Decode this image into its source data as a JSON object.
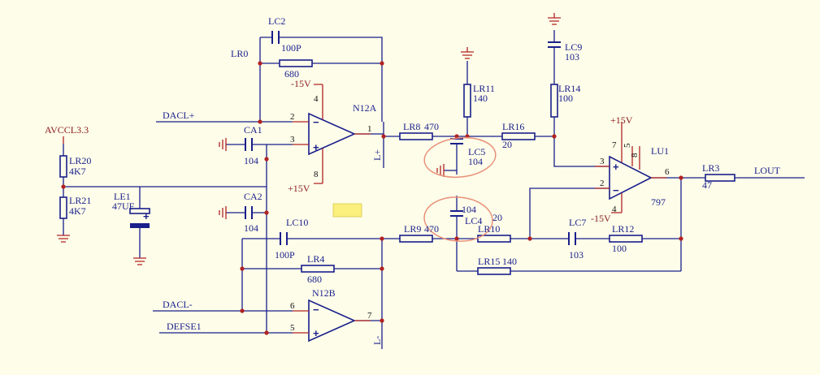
{
  "nets": {
    "dacl_plus": "DACL+",
    "dacl_minus": "DACL-",
    "defse1": "DEFSE1",
    "avcc": "AVCCL3.3",
    "lout": "LOUT",
    "lplus": "L+",
    "lminus": "L-",
    "neg15_top": "-15V",
    "pos15_a": "+15V",
    "pos15_u": "+15V",
    "neg15_u": "-15V"
  },
  "labels": {
    "lc2": "LC2",
    "lc2_val": "100P",
    "lr0": "LR0",
    "lr0_val": "680",
    "n12a": "N12A",
    "n12b": "N12B",
    "ca1": "CA1",
    "ca1_val": "104",
    "ca2": "CA2",
    "ca2_val": "104",
    "lc10": "LC10",
    "lc10_val": "100P",
    "lr4": "LR4",
    "lr4_val": "680",
    "lr20": "LR20",
    "lr20_val": "4K7",
    "lr21": "LR21",
    "lr21_val": "4K7",
    "le1": "LE1",
    "le1_val": "47UF",
    "lr8": "LR8",
    "lr8_val": "470",
    "lr9": "LR9",
    "lr9_val": "470",
    "lr11": "LR11",
    "lr11_val": "140",
    "lc5": "LC5",
    "lc5_val": "104",
    "lc4": "LC4",
    "lc4_val": "104",
    "lr16": "LR16",
    "lr16_val": "20",
    "lr10": "LR10",
    "lr10_val": "20",
    "lc9": "LC9",
    "lc9_val": "103",
    "lr14": "LR14",
    "lr14_val": "100",
    "lu1": "LU1",
    "lu1_val": "797",
    "lc7": "LC7",
    "lc7_val": "103",
    "lr12": "LR12",
    "lr12_val": "100",
    "lr15": "LR15",
    "lr15_val": "140",
    "lr3": "LR3",
    "lr3_val": "47"
  },
  "pins": {
    "a2": "2",
    "a3": "3",
    "a1": "1",
    "a4": "4",
    "a8": "8",
    "b6": "6",
    "b5": "5",
    "b7": "7",
    "u3": "3",
    "u2": "2",
    "u6": "6",
    "u7": "7",
    "u5": "5",
    "u8": "8",
    "u4": "4"
  },
  "accent": {
    "wire": "#1a1f8c",
    "pin": "#b22222",
    "marker": "#e8907a",
    "highlight": "#fbef7d"
  }
}
